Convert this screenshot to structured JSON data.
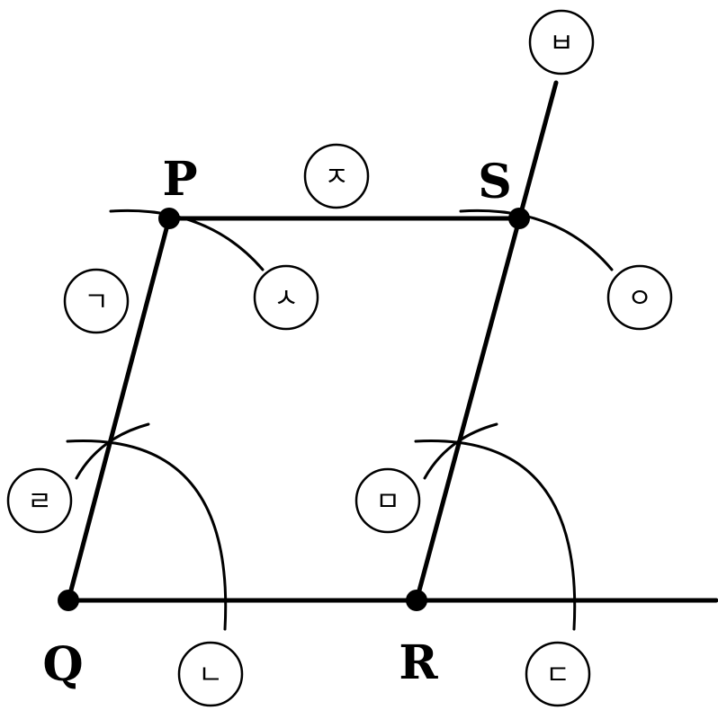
{
  "points": {
    "P": "P",
    "Q": "Q",
    "R": "R",
    "S": "S"
  },
  "step_markers": {
    "giyeok": "ㄱ",
    "nieun": "ㄴ",
    "digeut": "ㄷ",
    "rieul": "ㄹ",
    "mieum": "ㅁ",
    "bieup": "ㅂ",
    "siot": "ㅅ",
    "ieung": "ㅇ",
    "jieut": "ㅈ"
  }
}
